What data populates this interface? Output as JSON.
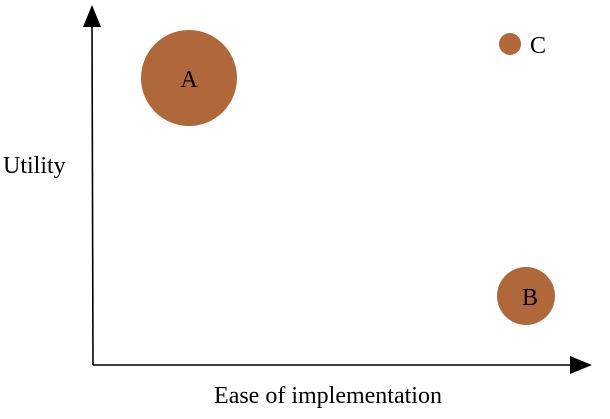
{
  "axes": {
    "x_label": "Ease of implementation",
    "y_label": "Utility"
  },
  "items": [
    {
      "id": "A",
      "label": "A"
    },
    {
      "id": "B",
      "label": "B"
    },
    {
      "id": "C",
      "label": "C"
    }
  ],
  "colors": {
    "bubble_fill": "#b0673a",
    "axis": "#000000"
  }
}
